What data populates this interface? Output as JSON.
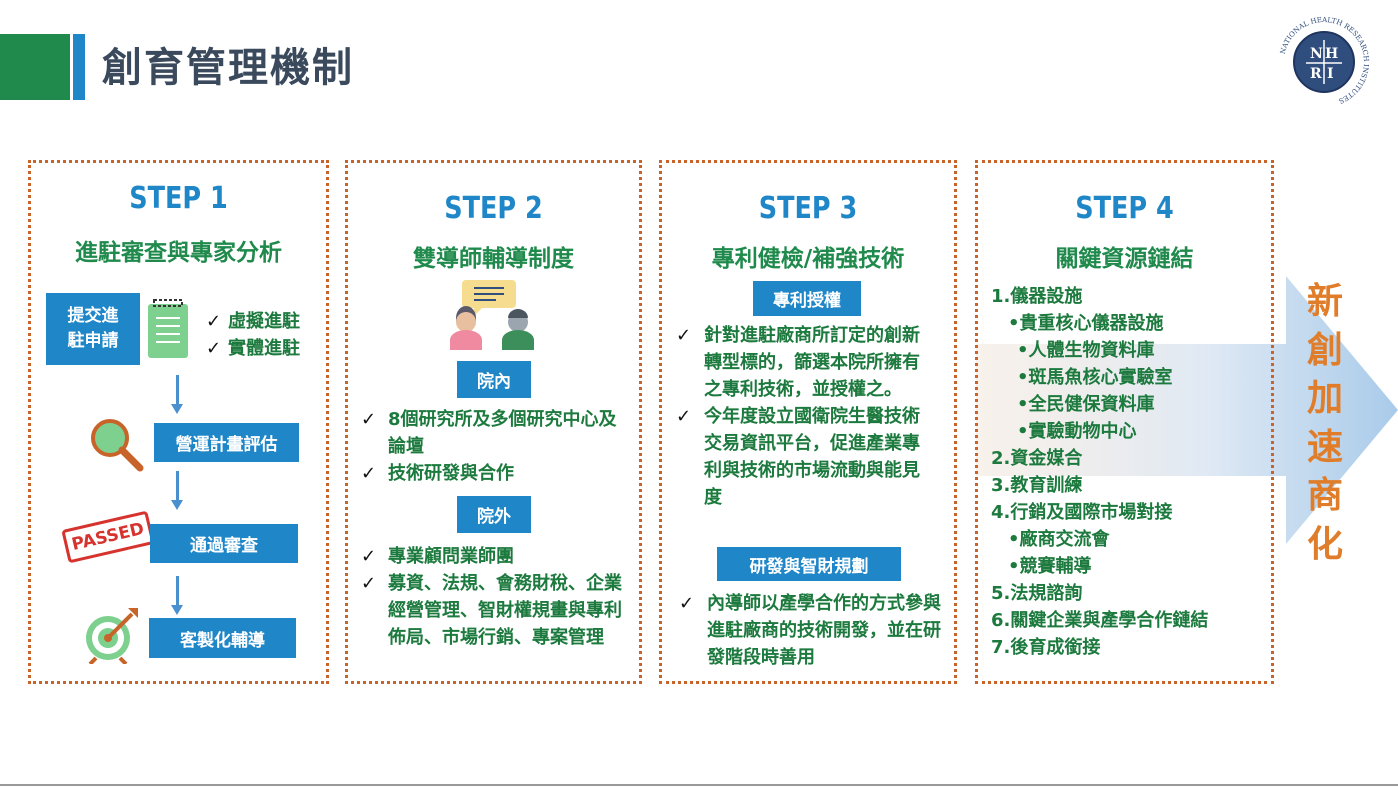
{
  "header": {
    "title": "創育管理機制"
  },
  "logo": {
    "letters": "NHRI",
    "ring_text": "NATIONAL HEALTH RESEARCH INSTITUTES"
  },
  "step1": {
    "step": "STEP 1",
    "subtitle": "進駐審查與專家分析",
    "box1": "提交進\n駐申請",
    "checks": [
      "虛擬進駐",
      "實體進駐"
    ],
    "box2": "營運計畫評估",
    "stamp": "PASSED",
    "box3": "通過審查",
    "box4": "客製化輔導"
  },
  "step2": {
    "step": "STEP 2",
    "subtitle": "雙導師輔導制度",
    "inner_label": "院內",
    "inner_items": [
      "8個研究所及多個研究中心及論壇",
      "技術研發與合作"
    ],
    "outer_label": "院外",
    "outer_items": [
      "專業顧問業師團",
      "募資、法規、會務財稅、企業經營管理、智財權規畫與專利佈局、市場行銷、專案管理"
    ]
  },
  "step3": {
    "step": "STEP 3",
    "subtitle": "專利健檢/補強技術",
    "label1": "專利授權",
    "items1": [
      "針對進駐廠商所訂定的創新轉型標的，篩選本院所擁有之專利技術，並授權之。",
      "今年度設立國衛院生醫技術交易資訊平台，促進產業專利與技術的市場流動與能見度"
    ],
    "label2": "研發與智財規劃",
    "items2": [
      "內導師以產學合作的方式參與進駐廠商的技術開發，並在研發階段時善用"
    ]
  },
  "step4": {
    "step": "STEP 4",
    "subtitle": "關鍵資源鏈結",
    "lines": [
      "1.儀器設施",
      "•貴重核心儀器設施",
      "•人體生物資料庫",
      "•斑馬魚核心實驗室",
      "•全民健保資料庫",
      "•實驗動物中心",
      "2.資金媒合",
      "3.教育訓練",
      "4.行銷及國際市場對接",
      "•廠商交流會",
      "•競賽輔導",
      "5.法規諮詢",
      "6.關鍵企業與產學合作鏈結",
      "7.後育成銜接"
    ]
  },
  "arrow_text": [
    "新",
    "創",
    "加",
    "速",
    "商",
    "化"
  ],
  "colors": {
    "blue": "#1f86c8",
    "green": "#1d7a3e",
    "orange": "#c8642a",
    "title": "#3a4a5c"
  }
}
